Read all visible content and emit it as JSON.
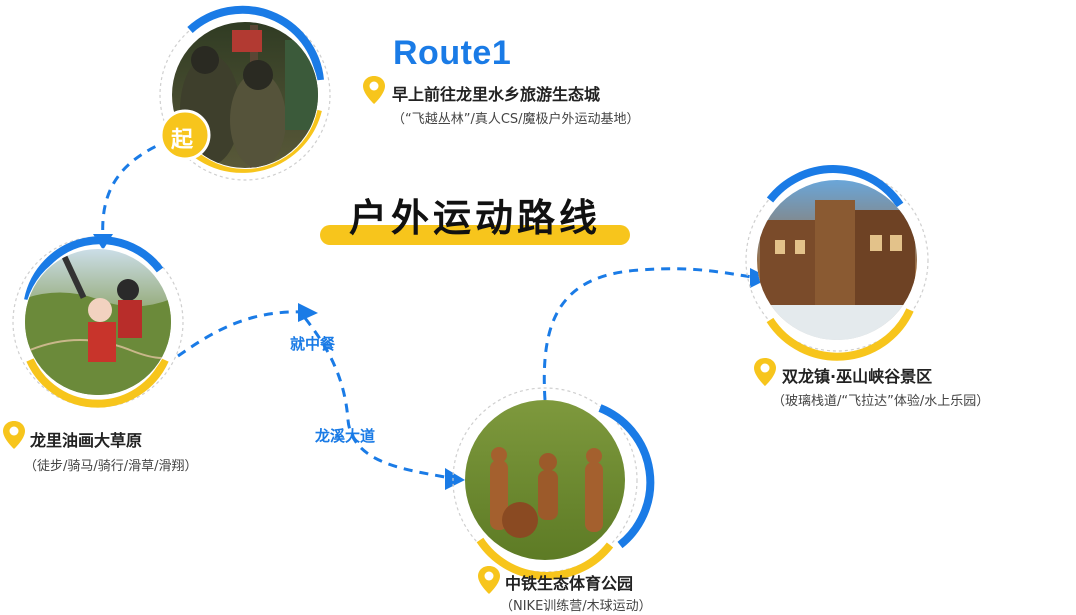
{
  "route_title": "Route1",
  "main_title": "户外运动路线",
  "start_badge": "起",
  "colors": {
    "accent_blue": "#1a7be6",
    "accent_yellow": "#f7c51c"
  },
  "stops": [
    {
      "name": "早上前往龙里水乡旅游生态城",
      "sub": "（“飞越丛林”/真人CS/魔极户外运动基地）"
    },
    {
      "name": "龙里油画大草原",
      "sub": "（徒步/骑马/骑行/滑草/滑翔）"
    },
    {
      "name": "中铁生态体育公园",
      "sub": "（NIKE训练营/木球运动）"
    },
    {
      "name": "双龙镇·巫山峡谷景区",
      "sub": "（玻璃栈道/“飞拉达”体验/水上乐园）"
    }
  ],
  "legs": {
    "lunch": "就中餐",
    "avenue": "龙溪大道"
  },
  "icons": [
    "location-pin-icon",
    "arrow-icon"
  ]
}
